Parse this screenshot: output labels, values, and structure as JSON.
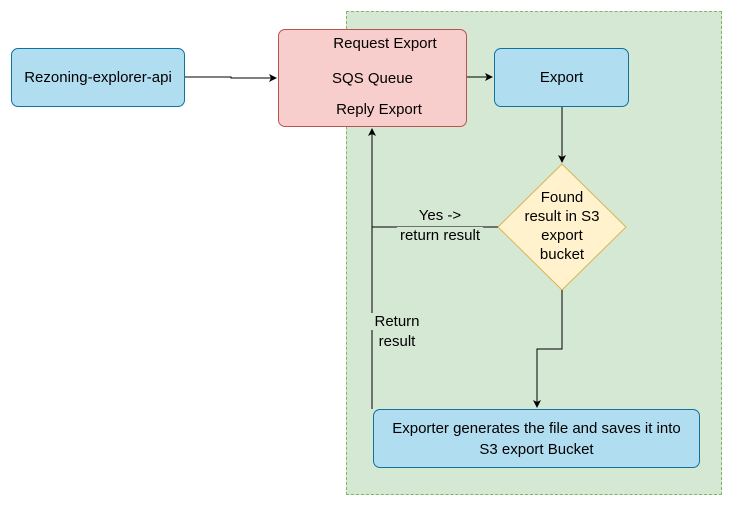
{
  "nodes": {
    "api": "Rezoning-explorer-api",
    "sqs_queue": "SQS Queue",
    "request_export": "Request Export",
    "reply_export": "Reply Export",
    "export": "Export",
    "decision_line1": "Found",
    "decision_line2": "result in S3",
    "decision_line3": "export",
    "decision_line4": "bucket",
    "exporter_line1": "Exporter generates the file and saves it into",
    "exporter_line2": "S3 export Bucket"
  },
  "edges": {
    "yes_line1": "Yes ->",
    "yes_line2": "return result",
    "return_line1": "Return",
    "return_line2": "result"
  },
  "colors": {
    "region_fill": "#d5e8d4",
    "region_border": "#82b366",
    "blue_fill": "#b1ddf0",
    "blue_border": "#10739e",
    "red_fill": "#f8cecc",
    "red_border": "#b85450",
    "diamond_fill": "#fff2cc",
    "diamond_border": "#d6b656"
  }
}
